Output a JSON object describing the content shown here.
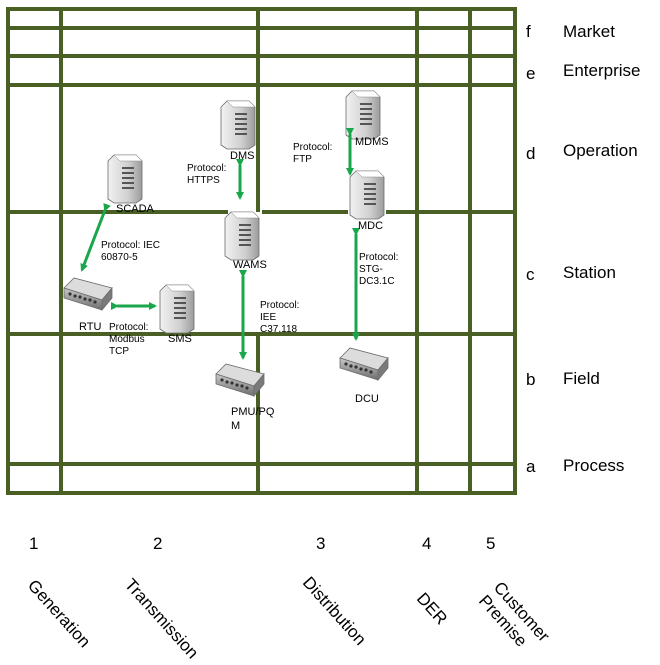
{
  "zones": [
    {
      "letter": "f",
      "name": "Market"
    },
    {
      "letter": "e",
      "name": "Enterprise"
    },
    {
      "letter": "d",
      "name": "Operation"
    },
    {
      "letter": "c",
      "name": "Station"
    },
    {
      "letter": "b",
      "name": "Field"
    },
    {
      "letter": "a",
      "name": "Process"
    }
  ],
  "domains": [
    {
      "number": "1",
      "name": "Generation"
    },
    {
      "number": "2",
      "name": "Transmission"
    },
    {
      "number": "3",
      "name": "Distribution"
    },
    {
      "number": "4",
      "name": "DER"
    },
    {
      "number": "5",
      "name": "Customer\nPremise"
    }
  ],
  "components": {
    "dms": "DMS",
    "mdms": "MDMS",
    "scada": "SCADA",
    "wams": "WAMS",
    "mdc": "MDC",
    "rtu": "RTU",
    "sms": "SMS",
    "pmu": "PMU/PQ\nM",
    "dcu": "DCU"
  },
  "protocols": {
    "https": "Protocol:\nHTTPS",
    "ftp": "Protocol:\nFTP",
    "iec60870": "Protocol: IEC\n60870-5",
    "stg": "Protocol:\nSTG-\nDC3.1C",
    "iee_c37": "Protocol:\nIEE\nC37.118",
    "modbus": "Protocol:\nModbus\nTCP"
  },
  "colors": {
    "grid": "#4a5f23",
    "arrow": "#1aa64a",
    "server_body": "#d4d4d4",
    "device_body": "#9a9a9a"
  }
}
